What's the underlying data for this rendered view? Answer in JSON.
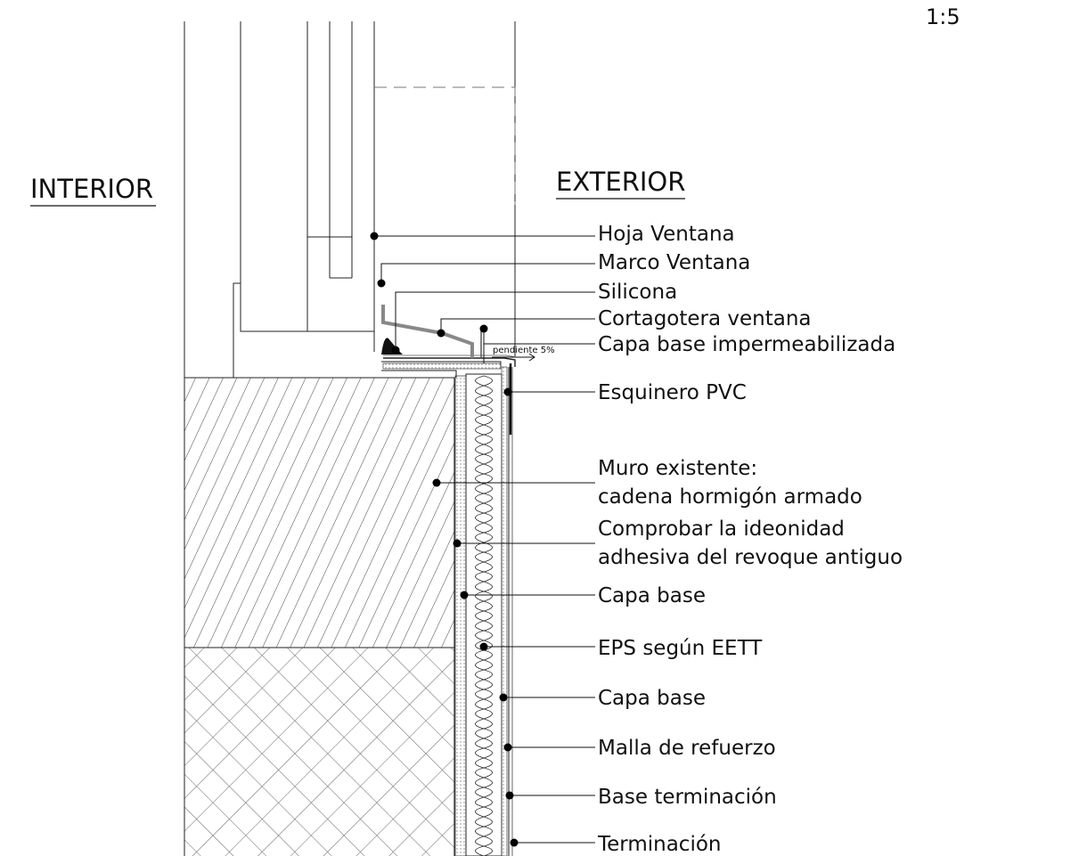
{
  "scale": "1:5",
  "zones": {
    "interior": "INTERIOR",
    "exterior": "EXTERIOR"
  },
  "slope_note": "pendiente 5%",
  "callouts": [
    {
      "id": "hoja",
      "lines": [
        "Hoja Ventana"
      ]
    },
    {
      "id": "marco",
      "lines": [
        "Marco Ventana"
      ]
    },
    {
      "id": "silicona",
      "lines": [
        "Silicona"
      ]
    },
    {
      "id": "cortagotera",
      "lines": [
        "Cortagotera ventana"
      ]
    },
    {
      "id": "capa-impermeabilizada",
      "lines": [
        "Capa base impermeabilizada"
      ]
    },
    {
      "id": "esquinero",
      "lines": [
        "Esquinero PVC"
      ]
    },
    {
      "id": "muro",
      "lines": [
        "Muro existente:",
        "cadena hormigón armado"
      ]
    },
    {
      "id": "revoque",
      "lines": [
        "Comprobar la ideonidad",
        "adhesiva del revoque antiguo"
      ]
    },
    {
      "id": "capa-base-1",
      "lines": [
        "Capa base"
      ]
    },
    {
      "id": "eps",
      "lines": [
        "EPS  según EETT"
      ]
    },
    {
      "id": "capa-base-2",
      "lines": [
        "Capa base"
      ]
    },
    {
      "id": "malla",
      "lines": [
        "Malla de refuerzo"
      ]
    },
    {
      "id": "base-terminacion",
      "lines": [
        "Base terminación"
      ]
    },
    {
      "id": "terminacion",
      "lines": [
        "Terminación"
      ]
    }
  ]
}
